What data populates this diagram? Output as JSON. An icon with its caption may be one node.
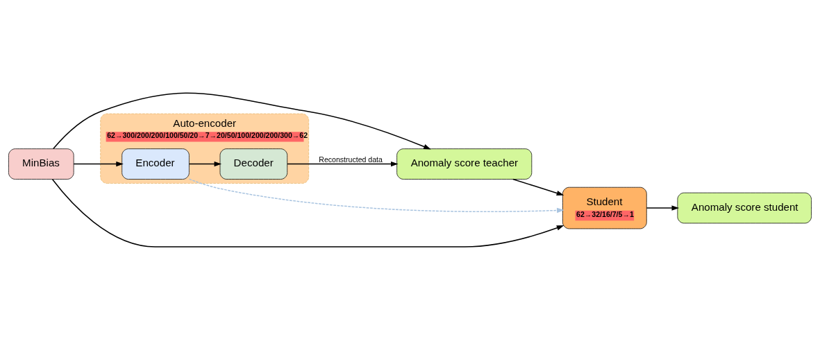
{
  "diagram": {
    "nodes": [
      {
        "text": [
          "MinBias"
        ]
      },
      {
        "text": [
          "Auto-encoder",
          "62→300/200/200/100/50/20→7→20/50/100/200/200/300→62"
        ]
      },
      {
        "text": [
          "Encoder"
        ],
        "in": 1
      },
      {
        "text": [
          "Decoder"
        ],
        "in": 1
      },
      {
        "text": [
          "Anomaly score teacher"
        ]
      },
      {
        "text": [
          "Student",
          "62→32/16/7/5→1"
        ]
      },
      {
        "text": [
          "Anomaly score student"
        ]
      }
    ],
    "edges": [
      {
        "from": 0,
        "to": 2,
        "arrow": "to"
      },
      {
        "from": 2,
        "to": 3,
        "arrow": "to"
      },
      {
        "from": 3,
        "to": 4,
        "arrow": "to",
        "label": "Reconstructed data"
      },
      {
        "from": 0,
        "to": 4,
        "arrow": "to"
      },
      {
        "from": 2,
        "to": 5,
        "arrow": "to",
        "style": "dashed",
        "color": "#a9c4e0"
      },
      {
        "from": 4,
        "to": 5,
        "arrow": "to"
      },
      {
        "from": 0,
        "to": 5,
        "arrow": "to"
      },
      {
        "from": 5,
        "to": 6,
        "arrow": "to"
      }
    ]
  }
}
